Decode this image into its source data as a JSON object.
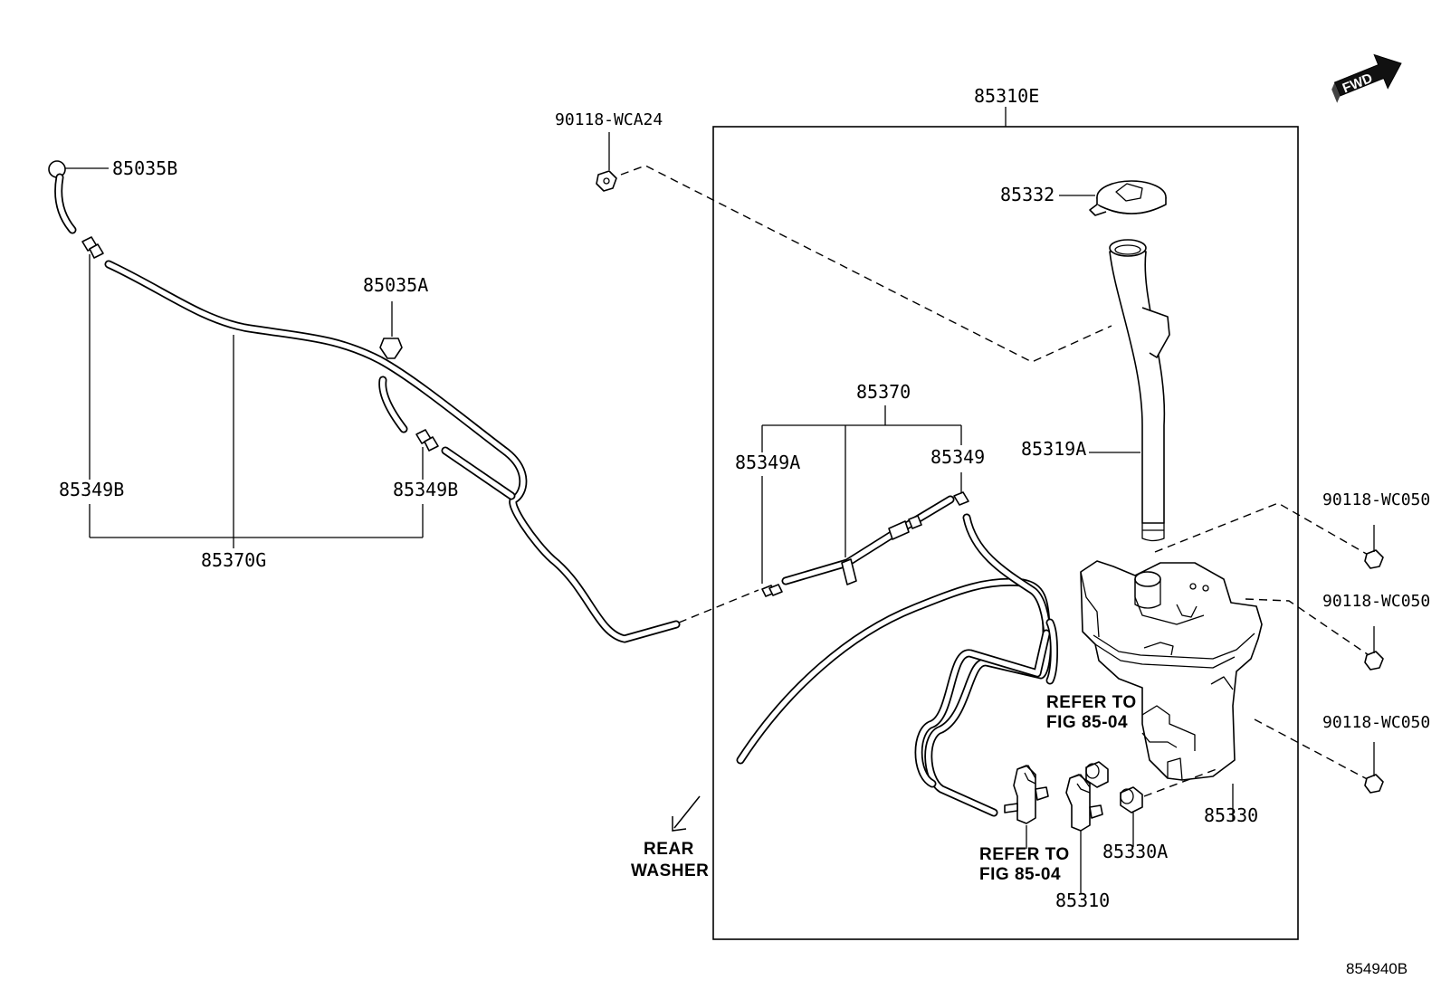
{
  "labels": {
    "p85035B": "85035B",
    "p85035A": "85035A",
    "p90118_WCA24": "90118-WCA24",
    "p85310E": "85310E",
    "p85332": "85332",
    "p85319A": "85319A",
    "p85370": "85370",
    "p85349A": "85349A",
    "p85349": "85349",
    "p85349B_left": "85349B",
    "p85349B_right": "85349B",
    "p85370G": "85370G",
    "p90118_WC050_1": "90118-WC050",
    "p90118_WC050_2": "90118-WC050",
    "p90118_WC050_3": "90118-WC050",
    "p85330": "85330",
    "p85330A": "85330A",
    "p85310": "85310"
  },
  "notes": {
    "refer_upper_1": "REFER TO",
    "refer_upper_2": "FIG 85-04",
    "refer_lower_1": "REFER TO",
    "refer_lower_2": "FIG 85-04",
    "rear_washer_1": "REAR",
    "rear_washer_2": "WASHER"
  },
  "fwd": "FWD",
  "diagram_id": "854940B"
}
